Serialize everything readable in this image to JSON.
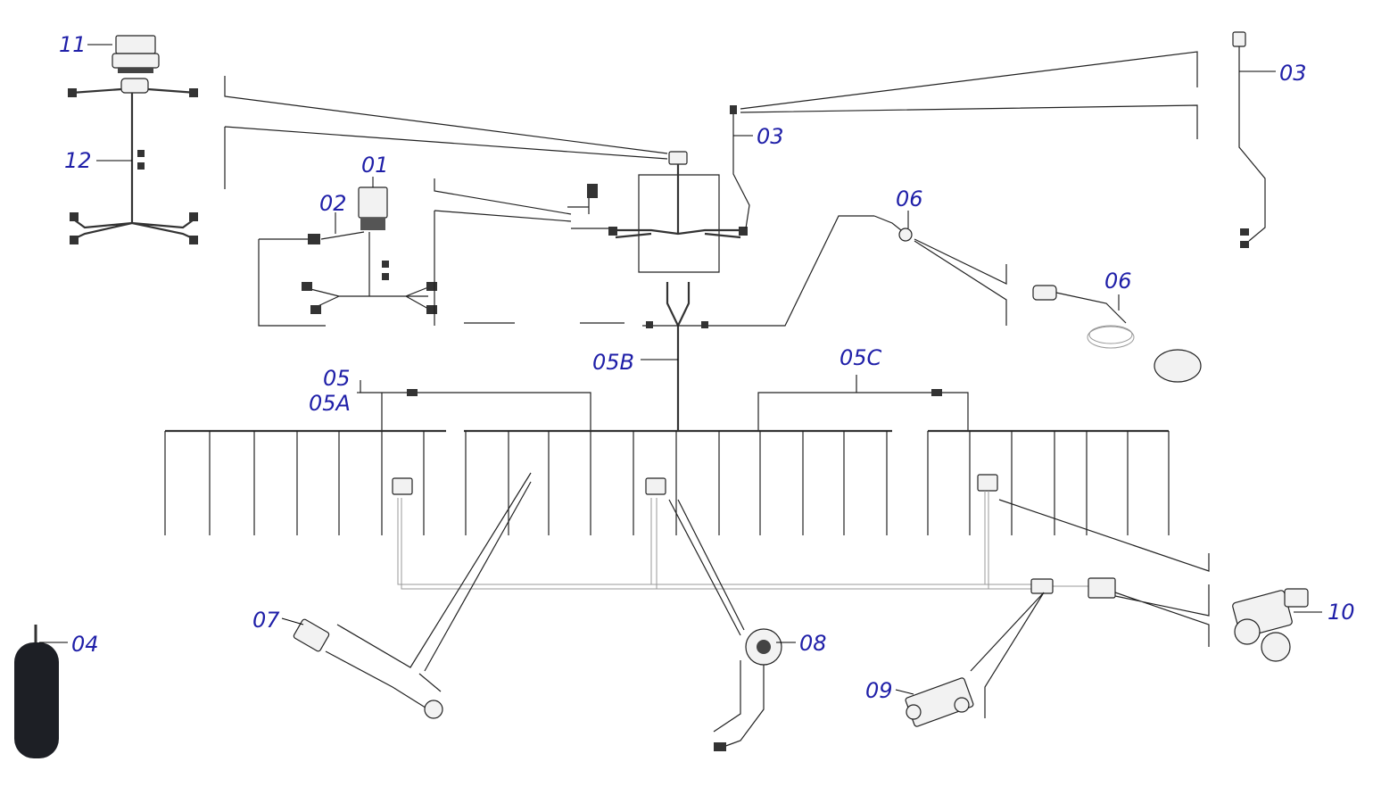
{
  "colors": {
    "callout": "#1f1fa8",
    "line": "#222222",
    "background": "#ffffff"
  },
  "labels": {
    "l11": "11",
    "l12": "12",
    "l01": "01",
    "l02": "02",
    "l03a": "03",
    "l03b": "03",
    "l04": "04",
    "l05": "05",
    "l05a": "05A",
    "l05b": "05B",
    "l05c": "05C",
    "l06a": "06",
    "l06b": "06",
    "l07": "07",
    "l08": "08",
    "l09": "09",
    "l10": "10"
  }
}
